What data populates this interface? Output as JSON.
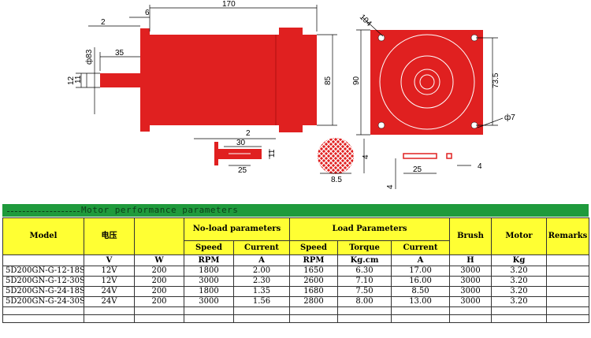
{
  "drawing": {
    "side_view": {
      "dims": [
        "170",
        "6",
        "2",
        "35",
        "ф83",
        "12",
        "11",
        "85"
      ]
    },
    "front_view": {
      "dims": [
        "104",
        "90",
        "73.5",
        "ф7"
      ]
    },
    "shaft_detail": {
      "dims": [
        "2",
        "30",
        "25",
        "11"
      ]
    },
    "cross_section": {
      "dims": [
        "4",
        "8.5"
      ]
    },
    "key_detail": {
      "dims": [
        "25",
        "4",
        "4"
      ]
    }
  },
  "banner_title": "Motor performance parameters",
  "table": {
    "headers": {
      "model": "Model",
      "voltage": "电压",
      "noload": "No-load parameters",
      "load": "Load Parameters",
      "brush": "Brush",
      "motor": "Motor",
      "remarks": "Remarks",
      "speed": "Speed",
      "current": "Current",
      "torque": "Torque"
    },
    "units": [
      "V",
      "W",
      "RPM",
      "A",
      "RPM",
      "Kg.cm",
      "A",
      "H",
      "Kg"
    ],
    "rows": [
      {
        "model": "5D200GN-G-12-18S",
        "v": "12V",
        "w": "200",
        "nl_speed": "1800",
        "nl_current": "2.00",
        "l_speed": "1650",
        "torque": "6.30",
        "l_current": "17.00",
        "brush": "3000",
        "motor": "3.20",
        "remarks": ""
      },
      {
        "model": "5D200GN-G-12-30S",
        "v": "12V",
        "w": "200",
        "nl_speed": "3000",
        "nl_current": "2.30",
        "l_speed": "2600",
        "torque": "7.10",
        "l_current": "16.00",
        "brush": "3000",
        "motor": "3.20",
        "remarks": ""
      },
      {
        "model": "5D200GN-G-24-18S",
        "v": "24V",
        "w": "200",
        "nl_speed": "1800",
        "nl_current": "1.35",
        "l_speed": "1680",
        "torque": "7.50",
        "l_current": "8.50",
        "brush": "3000",
        "motor": "3.20",
        "remarks": ""
      },
      {
        "model": "5D200GN-G-24-30S",
        "v": "24V",
        "w": "200",
        "nl_speed": "3000",
        "nl_current": "1.56",
        "l_speed": "2800",
        "torque": "8.00",
        "l_current": "13.00",
        "brush": "3000",
        "motor": "3.20",
        "remarks": ""
      }
    ]
  }
}
